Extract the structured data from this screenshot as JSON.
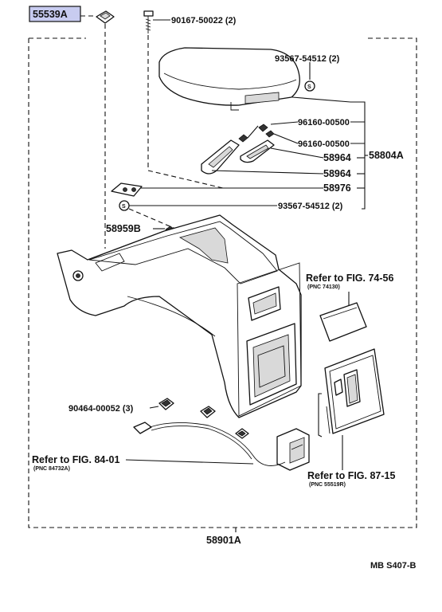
{
  "labels": {
    "highlight_part": "55539A",
    "bolt": "90167-50022 (2)",
    "screw_upper": "93567-54512 (2)",
    "nut_1": "96160-00500",
    "nut_2": "96160-00500",
    "hinge_1": "58964",
    "hinge_2": "58964",
    "group": "58804A",
    "plate": "58976",
    "screw_lower": "93567-54512 (2)",
    "clip": "58959B",
    "ref_74_title": "Refer to FIG. 74-56",
    "ref_74_pnc": "(PNC 74130)",
    "clip_3": "90464-00052 (3)",
    "ref_84_title": "Refer to FIG. 84-01",
    "ref_84_pnc": "(PNC 84732A)",
    "ref_87_title": "Refer to FIG. 87-15",
    "ref_87_pnc": "(PNC 55519R)",
    "assembly": "58901A",
    "drawing_code": "MB S407-B"
  },
  "colors": {
    "highlight_fill": "#c8ccf0",
    "ink": "#111111"
  }
}
